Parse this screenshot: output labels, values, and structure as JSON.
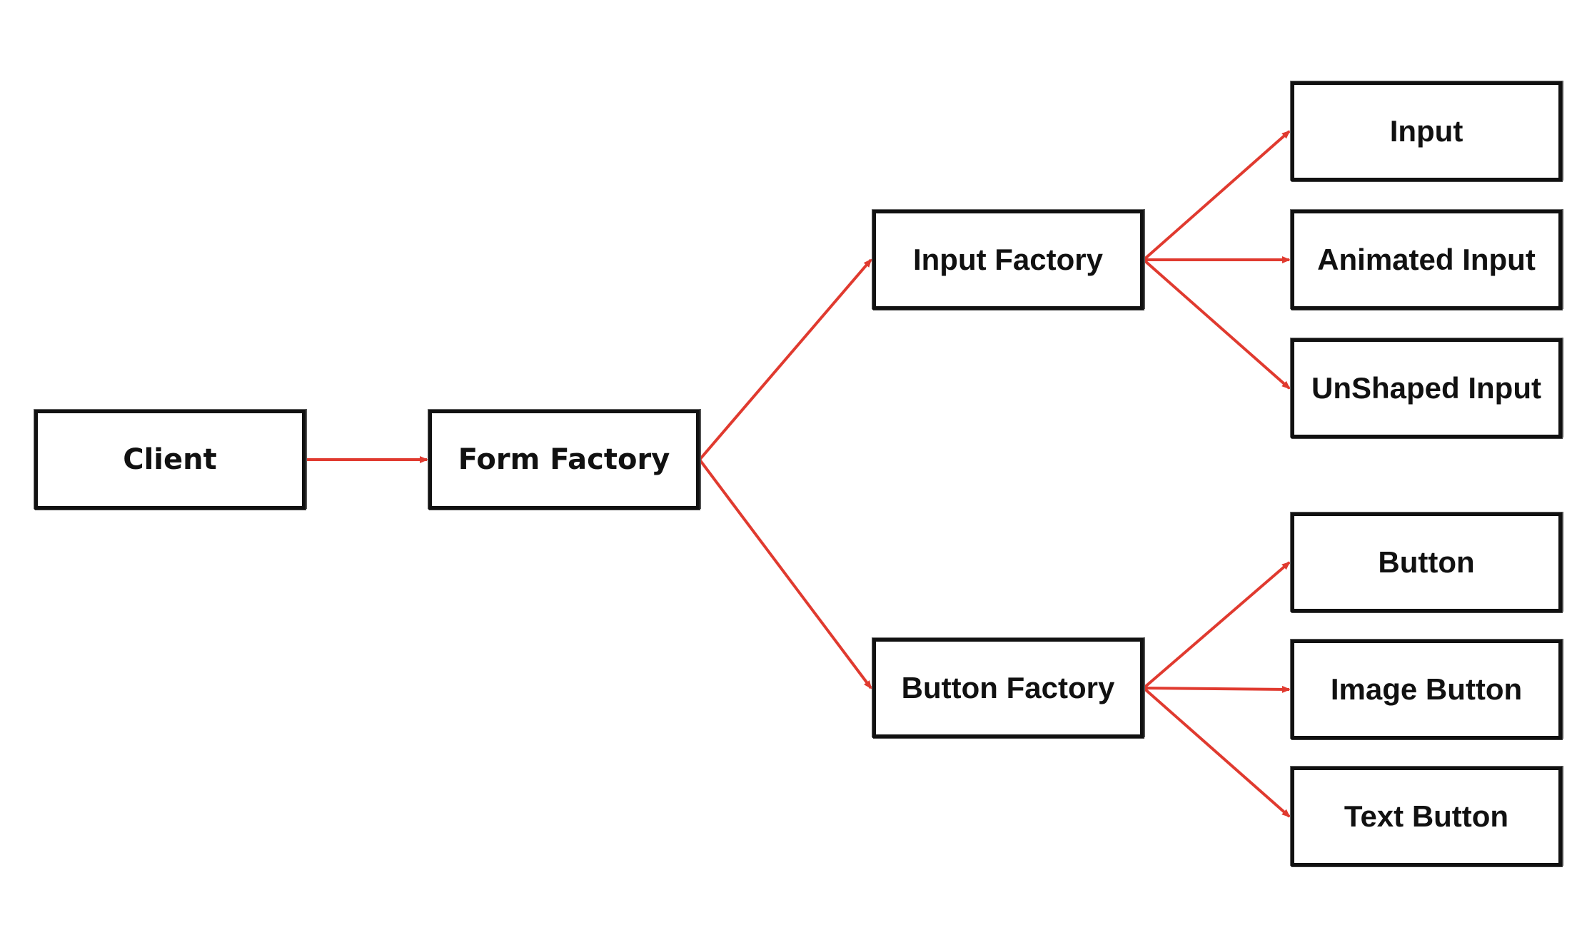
{
  "diagram": {
    "arrow_color": "#e03a2f",
    "border_color": "#111111",
    "nodes": {
      "client": "Client",
      "form_factory": "Form Factory",
      "input_factory": "Input Factory",
      "button_factory": "Button Factory",
      "input": "Input",
      "animated_input": "Animated Input",
      "unshaped_input": "UnShaped Input",
      "button": "Button",
      "image_button": "Image Button",
      "text_button": "Text Button"
    },
    "edges": [
      {
        "from": "client",
        "to": "form_factory"
      },
      {
        "from": "form_factory",
        "to": "input_factory"
      },
      {
        "from": "form_factory",
        "to": "button_factory"
      },
      {
        "from": "input_factory",
        "to": "input"
      },
      {
        "from": "input_factory",
        "to": "animated_input"
      },
      {
        "from": "input_factory",
        "to": "unshaped_input"
      },
      {
        "from": "button_factory",
        "to": "button"
      },
      {
        "from": "button_factory",
        "to": "image_button"
      },
      {
        "from": "button_factory",
        "to": "text_button"
      }
    ]
  }
}
